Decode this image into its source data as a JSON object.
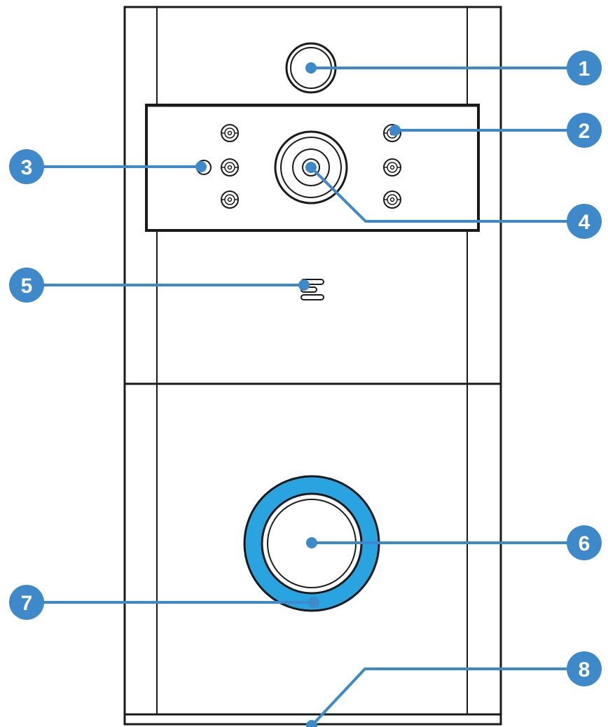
{
  "colors": {
    "outline": "#1a1a1a",
    "callout": "#3d89c9",
    "badge": "#3d89c9",
    "ring": "#2aa4e0",
    "background": "#ffffff"
  },
  "device": {
    "name": "video-doorbell"
  },
  "callouts": [
    {
      "number": "1",
      "target": "pir-sensor"
    },
    {
      "number": "2",
      "target": "infrared-led"
    },
    {
      "number": "3",
      "target": "light-sensor"
    },
    {
      "number": "4",
      "target": "camera-lens"
    },
    {
      "number": "5",
      "target": "microphone"
    },
    {
      "number": "6",
      "target": "doorbell-button"
    },
    {
      "number": "7",
      "target": "indicator-ring"
    },
    {
      "number": "8",
      "target": "speaker"
    }
  ]
}
